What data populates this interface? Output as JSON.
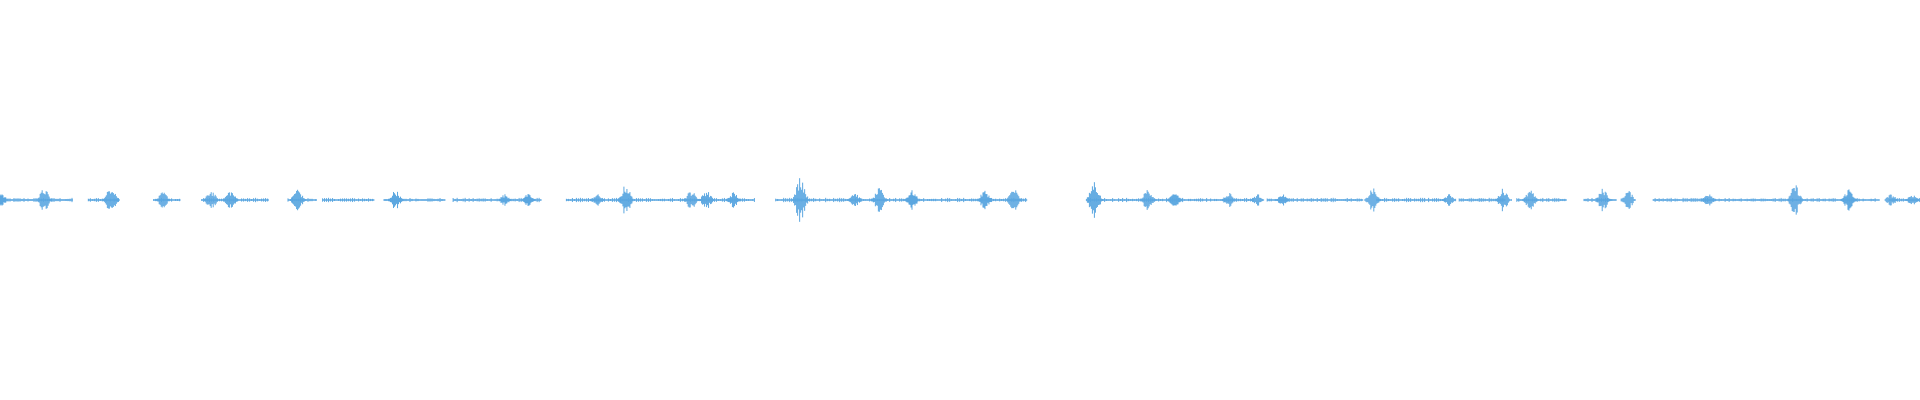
{
  "waveform": {
    "color": "#5aa6e0",
    "baseline_amplitude": 0.012,
    "bursts": [
      {
        "t": 0.0,
        "amp": 0.05
      },
      {
        "t": 0.023,
        "amp": 0.06
      },
      {
        "t": 0.058,
        "amp": 0.08
      },
      {
        "t": 0.085,
        "amp": 0.04
      },
      {
        "t": 0.11,
        "amp": 0.05
      },
      {
        "t": 0.12,
        "amp": 0.05
      },
      {
        "t": 0.155,
        "amp": 0.06
      },
      {
        "t": 0.206,
        "amp": 0.05
      },
      {
        "t": 0.263,
        "amp": 0.03
      },
      {
        "t": 0.275,
        "amp": 0.03
      },
      {
        "t": 0.311,
        "amp": 0.03
      },
      {
        "t": 0.326,
        "amp": 0.08
      },
      {
        "t": 0.36,
        "amp": 0.05
      },
      {
        "t": 0.368,
        "amp": 0.05
      },
      {
        "t": 0.382,
        "amp": 0.04
      },
      {
        "t": 0.417,
        "amp": 0.13
      },
      {
        "t": 0.445,
        "amp": 0.04
      },
      {
        "t": 0.458,
        "amp": 0.06
      },
      {
        "t": 0.475,
        "amp": 0.05
      },
      {
        "t": 0.513,
        "amp": 0.05
      },
      {
        "t": 0.528,
        "amp": 0.06
      },
      {
        "t": 0.598,
        "amp": 0.06
      },
      {
        "t": 0.612,
        "amp": 0.04
      },
      {
        "t": 0.668,
        "amp": 0.03
      },
      {
        "t": 0.57,
        "amp": 0.1
      },
      {
        "t": 0.64,
        "amp": 0.04
      },
      {
        "t": 0.655,
        "amp": 0.03
      },
      {
        "t": 0.715,
        "amp": 0.06
      },
      {
        "t": 0.755,
        "amp": 0.03
      },
      {
        "t": 0.783,
        "amp": 0.06
      },
      {
        "t": 0.797,
        "amp": 0.05
      },
      {
        "t": 0.835,
        "amp": 0.06
      },
      {
        "t": 0.848,
        "amp": 0.05
      },
      {
        "t": 0.89,
        "amp": 0.04
      },
      {
        "t": 0.935,
        "amp": 0.08
      },
      {
        "t": 0.963,
        "amp": 0.06
      },
      {
        "t": 0.985,
        "amp": 0.03
      },
      {
        "t": 0.996,
        "amp": 0.03
      }
    ],
    "segments": [
      [
        0.0,
        0.038
      ],
      [
        0.046,
        0.062
      ],
      [
        0.08,
        0.094
      ],
      [
        0.105,
        0.14
      ],
      [
        0.15,
        0.165
      ],
      [
        0.168,
        0.195
      ],
      [
        0.2,
        0.232
      ],
      [
        0.236,
        0.282
      ],
      [
        0.295,
        0.393
      ],
      [
        0.404,
        0.535
      ],
      [
        0.567,
        0.653
      ],
      [
        0.66,
        0.71
      ],
      [
        0.717,
        0.753
      ],
      [
        0.76,
        0.784
      ],
      [
        0.79,
        0.816
      ],
      [
        0.825,
        0.842
      ],
      [
        0.861,
        0.979
      ],
      [
        0.984,
        1.0
      ]
    ]
  }
}
